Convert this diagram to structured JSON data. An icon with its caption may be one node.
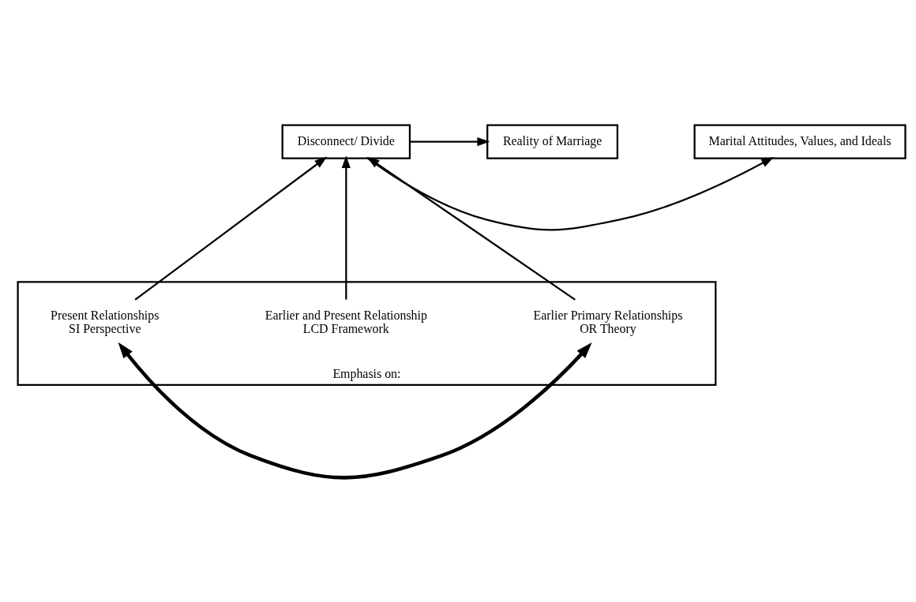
{
  "diagram": {
    "nodes": [
      {
        "text": [
          "Marital Attitudes, Values, and Ideals"
        ]
      },
      {
        "text": [
          "Disconnect/ Divide"
        ]
      },
      {
        "text": [
          "Reality of Marriage"
        ]
      },
      {
        "text": [
          "Emphasis on:"
        ]
      },
      {
        "text": [
          "Earlier Primary Relationships",
          "OR Theory"
        ],
        "in": 3
      },
      {
        "text": [
          "Earlier and Present Relationship",
          "LCD Framework"
        ],
        "in": 3
      },
      {
        "text": [
          "Present Relationships",
          "SI Perspective"
        ],
        "in": 3
      }
    ],
    "edges": [
      {
        "from": 1,
        "to": 0,
        "arrow": "to"
      },
      {
        "from": 1,
        "to": 2,
        "arrow": "to"
      },
      {
        "from": 4,
        "to": 1,
        "arrow": "to"
      },
      {
        "from": 5,
        "to": 1,
        "arrow": "to"
      },
      {
        "from": 6,
        "to": 1,
        "arrow": "to"
      },
      {
        "from": 4,
        "to": 6,
        "arrow": "both",
        "style": "thick"
      }
    ]
  }
}
